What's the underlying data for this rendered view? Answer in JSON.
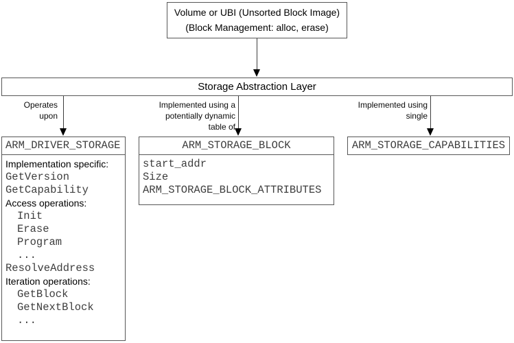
{
  "colors": {
    "background": "#ffffff",
    "border": "#565656",
    "mono_text": "#3d3d3d",
    "text": "#000000",
    "arrow": "#000000"
  },
  "top_box": {
    "line1": "Volume or UBI (Unsorted Block Image)",
    "line2": "(Block Management: alloc, erase)"
  },
  "sal_box": {
    "label": "Storage Abstraction Layer"
  },
  "edges": [
    {
      "id": "operates-upon",
      "lines": [
        "Operates",
        "upon"
      ]
    },
    {
      "id": "dynamic-table",
      "lines": [
        "Implemented using a",
        "potentially dynamic",
        "table of"
      ]
    },
    {
      "id": "single",
      "lines": [
        "Implemented using",
        "single"
      ]
    }
  ],
  "driver_box": {
    "title": "ARM_DRIVER_STORAGE",
    "rows": [
      {
        "text": "Implementation specific:",
        "style": "sans"
      },
      {
        "text": "GetVersion",
        "style": "mono"
      },
      {
        "text": "GetCapability",
        "style": "mono"
      },
      {
        "text": "Access operations:",
        "style": "sans"
      },
      {
        "text": "Init",
        "style": "mono",
        "indent": true
      },
      {
        "text": "Erase",
        "style": "mono",
        "indent": true
      },
      {
        "text": "Program",
        "style": "mono",
        "indent": true
      },
      {
        "text": "...",
        "style": "mono",
        "indent": true
      },
      {
        "text": "ResolveAddress",
        "style": "mono"
      },
      {
        "text": "Iteration operations:",
        "style": "sans"
      },
      {
        "text": "GetBlock",
        "style": "mono",
        "indent": true
      },
      {
        "text": "GetNextBlock",
        "style": "mono",
        "indent": true
      },
      {
        "text": "...",
        "style": "mono",
        "indent": true
      }
    ]
  },
  "block_box": {
    "title": "ARM_STORAGE_BLOCK",
    "rows": [
      "start_addr",
      "Size",
      "ARM_STORAGE_BLOCK_ATTRIBUTES"
    ]
  },
  "capabilities_box": {
    "title": "ARM_STORAGE_CAPABILITIES"
  }
}
